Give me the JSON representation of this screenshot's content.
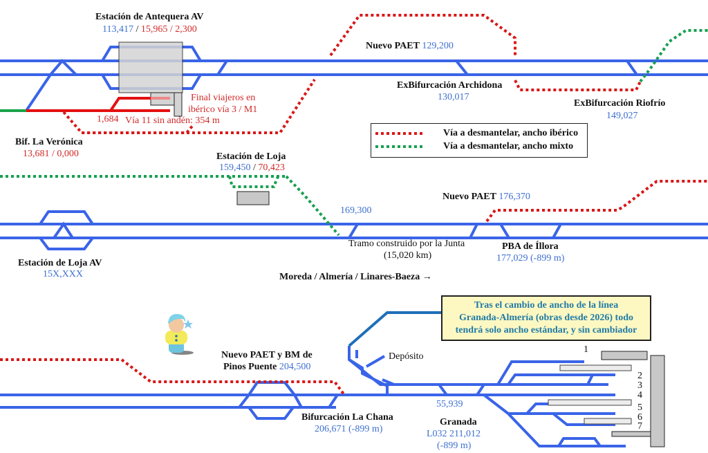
{
  "colors": {
    "track_blue": "#3a64e8",
    "track_iberian_red": "#e41010",
    "dismantle_iberian": "#d81818",
    "dismantle_mixed": "#17a050",
    "km_blue": "#3e6fd0",
    "km_red": "#d22a2a",
    "note_bg": "#fdf8c2",
    "note_text": "#1f7aa6"
  },
  "stations": {
    "antequera": {
      "name": "Estación de Antequera AV",
      "km_blue": "113,417",
      "sep": " / ",
      "km_red": "15,965 / 2,300"
    },
    "veronica": {
      "name": "Bif. La Verónica",
      "km_red": "13,681 / 0,000"
    },
    "antequera_notes": {
      "final_line1": "Final viajeros en",
      "final_line2": "ibérico vía 3 / M1",
      "km_1684": "1,684",
      "via11": "Vía 11 sin andén: 354 m"
    },
    "paet_129": {
      "name": "Nuevo PAET",
      "km": "129,200"
    },
    "archidona": {
      "name": "ExBifurcación Archidona",
      "km": "130,017"
    },
    "riofrio": {
      "name": "ExBifurcación Riofrío",
      "km": "149,027"
    },
    "loja": {
      "name": "Estación de Loja",
      "km_blue": "159,450",
      "sep": " / ",
      "km_red": "70,423"
    },
    "loja_av": {
      "name": "Estación de Loja AV",
      "km": "15X,XXX"
    },
    "km_169": {
      "km": "169,300"
    },
    "junta": {
      "line1": "Tramo construido por la Junta",
      "line2": "(15,020 km)"
    },
    "paet_176": {
      "name": "Nuevo PAET",
      "km": "176,370"
    },
    "illora": {
      "name": "PBA de Íllora",
      "km": "177,029 (-899 m)"
    },
    "direction": {
      "text": "Moreda / Almería / Linares-Baeza →"
    },
    "pinos_puente": {
      "line1": "Nuevo PAET y BM de",
      "line2_name": "Pinos Puente",
      "km": "204,500"
    },
    "la_chana": {
      "name": "Bifurcación La Chana",
      "km": "206,671 (-899 m)"
    },
    "km_55": {
      "km": "55,939"
    },
    "granada": {
      "name": "Granada",
      "km_line1": "L032 211,012",
      "km_line2": "(-899 m)"
    },
    "deposito": {
      "name": "Depósito"
    }
  },
  "legend": {
    "items": [
      {
        "label": "Vía a desmantelar, ancho ibérico",
        "color": "#d81818"
      },
      {
        "label": "Vía a desmantelar, ancho mixto",
        "color": "#17a050"
      }
    ]
  },
  "note": {
    "line1": "Tras el cambio de ancho de la línea",
    "line2": "Granada-Almería (obras desde 2026) todo",
    "line3": "tendrá solo ancho estándar, y sin cambiador"
  },
  "granada_tracks": [
    "1",
    "2",
    "3",
    "4",
    "5",
    "6",
    "7"
  ],
  "figure": {
    "icon": "toy-figure-icon"
  }
}
